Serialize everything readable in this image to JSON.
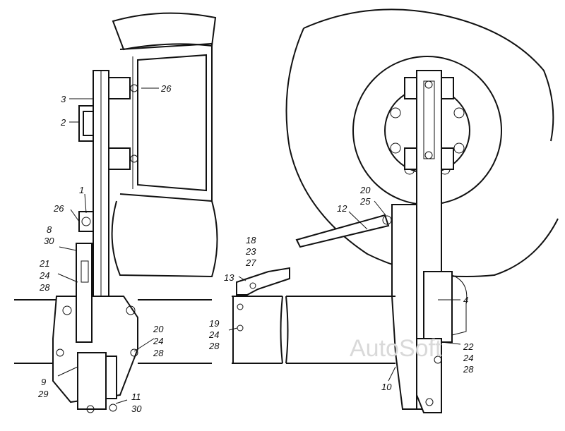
{
  "watermark": "AutoSoft",
  "callouts_left": {
    "c3": "3",
    "c2": "2",
    "c26a": "26",
    "c1": "1",
    "c26b": "26",
    "c8": "8",
    "c30a": "30",
    "c21": "21",
    "c24a": "24",
    "c28a": "28",
    "c20a": "20",
    "c24b": "24",
    "c28b": "28",
    "c9": "9",
    "c29": "29",
    "c11": "11",
    "c30b": "30"
  },
  "callouts_middle": {
    "c18": "18",
    "c23": "23",
    "c27": "27",
    "c13": "13",
    "c19": "19",
    "c24": "24",
    "c28": "28"
  },
  "callouts_right": {
    "c20": "20",
    "c25": "25",
    "c12": "12",
    "c4": "4",
    "c22": "22",
    "c24": "24",
    "c28": "28",
    "c10": "10"
  }
}
